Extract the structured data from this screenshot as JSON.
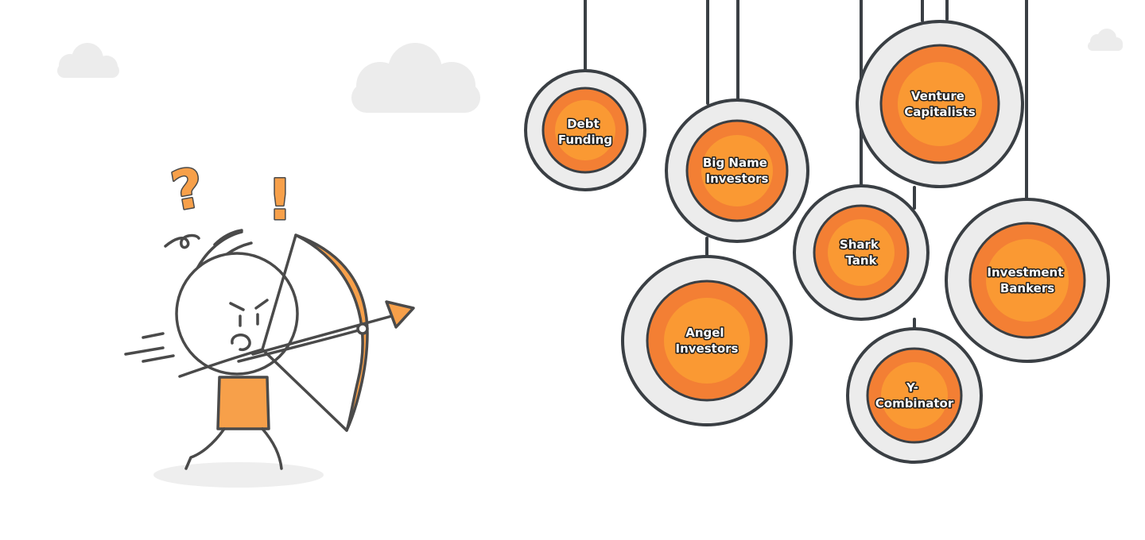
{
  "colors": {
    "outline": "#3a3f44",
    "ring": "#ececec",
    "target_outer": "#f37f34",
    "target_inner": "#fa9933",
    "bow": "#f7a04a",
    "cloud": "#ececec",
    "shadow": "#eeeeee"
  },
  "targets": [
    {
      "id": "debt-funding",
      "lines": [
        "Debt",
        "Funding"
      ]
    },
    {
      "id": "big-name-investors",
      "lines": [
        "Big Name",
        "Investors"
      ]
    },
    {
      "id": "angel-investors",
      "lines": [
        "Angel",
        "Investors"
      ]
    },
    {
      "id": "shark-tank",
      "lines": [
        "Shark",
        "Tank"
      ]
    },
    {
      "id": "venture-capitalists",
      "lines": [
        "Venture",
        "Capitalists"
      ]
    },
    {
      "id": "investment-bankers",
      "lines": [
        "Investment",
        "Bankers"
      ]
    },
    {
      "id": "y-combinator",
      "lines": [
        "Y-",
        "Combinator"
      ]
    }
  ],
  "character": {
    "question_mark": "?",
    "exclamation_mark": "!"
  }
}
